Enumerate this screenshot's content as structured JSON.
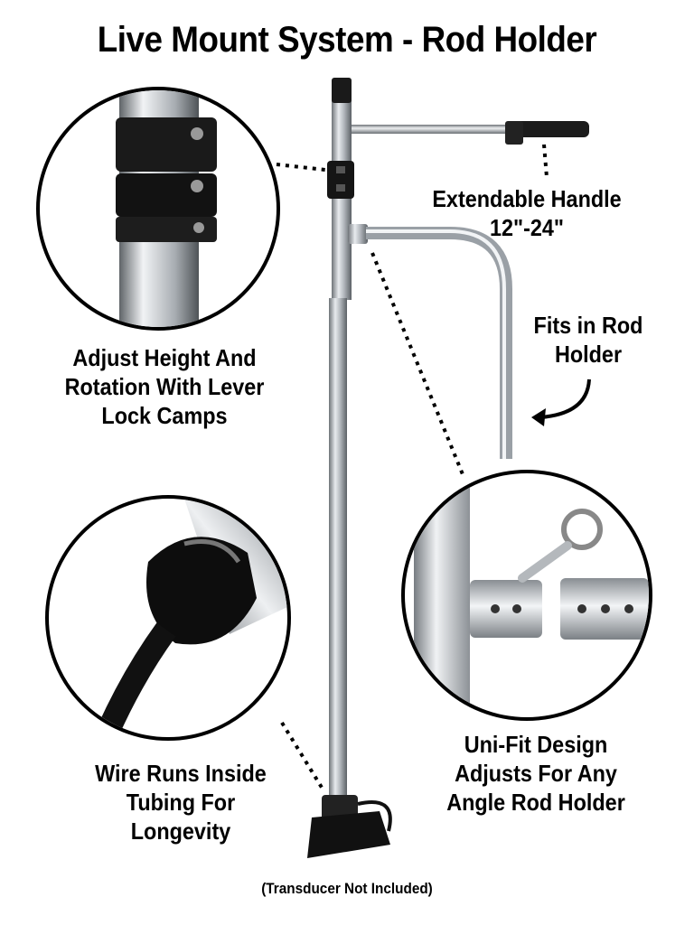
{
  "title": "Live Mount System - Rod Holder",
  "labels": {
    "handle": [
      "Extendable Handle",
      "12\"-24\""
    ],
    "rod_holder": [
      "Fits in Rod",
      "Holder"
    ],
    "adjust": [
      "Adjust Height And",
      "Rotation With Lever",
      "Lock Camps"
    ],
    "wire": [
      "Wire Runs Inside",
      "Tubing For",
      "Longevity"
    ],
    "unifit": [
      "Uni-Fit Design",
      "Adjusts For Any",
      "Angle Rod Holder"
    ]
  },
  "footnote": "(Transducer Not Included)"
}
